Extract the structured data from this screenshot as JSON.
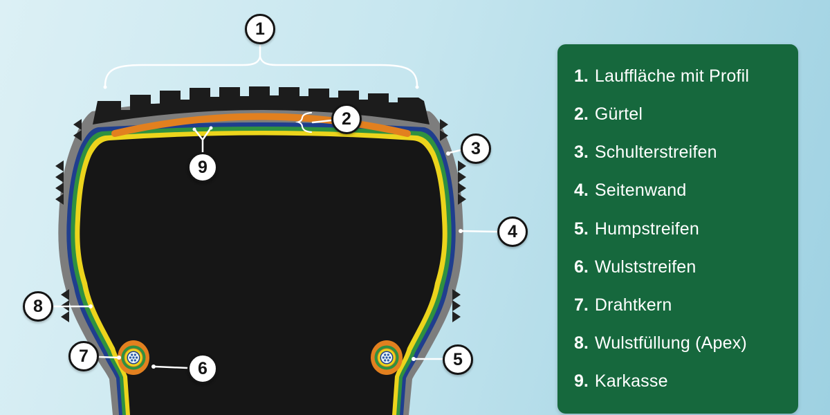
{
  "legend": {
    "items": [
      {
        "num": "1.",
        "label": "Lauffläche mit Profil"
      },
      {
        "num": "2.",
        "label": "Gürtel"
      },
      {
        "num": "3.",
        "label": "Schulterstreifen"
      },
      {
        "num": "4.",
        "label": "Seitenwand"
      },
      {
        "num": "5.",
        "label": "Humpstreifen"
      },
      {
        "num": "6.",
        "label": "Wulststreifen"
      },
      {
        "num": "7.",
        "label": "Drahtkern"
      },
      {
        "num": "8.",
        "label": "Wulstfüllung (Apex)"
      },
      {
        "num": "9.",
        "label": "Karkasse"
      }
    ]
  },
  "callouts": [
    {
      "num": "1"
    },
    {
      "num": "2"
    },
    {
      "num": "3"
    },
    {
      "num": "4"
    },
    {
      "num": "5"
    },
    {
      "num": "6"
    },
    {
      "num": "7"
    },
    {
      "num": "8"
    },
    {
      "num": "9"
    }
  ],
  "colors": {
    "background_light_blue": "#c6e6ef",
    "panel_green": "#16683d",
    "tire_gray": "#7d7d7d",
    "tread_black": "#1c1c1c",
    "interior_black": "#161616",
    "belt_orange": "#e2801f",
    "layer_blue": "#1f3e8e",
    "layer_green": "#2f9140",
    "layer_yellow": "#ecd41c",
    "bead_dot_blue": "#2a5aa8",
    "callout_line_white": "#ffffff"
  }
}
